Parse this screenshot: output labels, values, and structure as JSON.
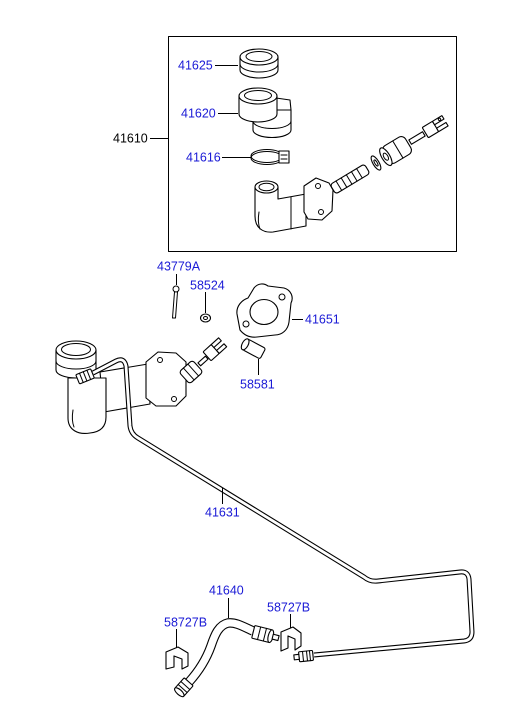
{
  "assembly_callout": "41610",
  "callouts": [
    "41625",
    "41620",
    "41616",
    "43779A",
    "58524",
    "41651",
    "58581",
    "41631",
    "41640",
    "58727B",
    "58727B"
  ],
  "colors": {
    "callout": "#1a1ad6",
    "assembly_callout": "#000000",
    "linework": "#000000"
  }
}
